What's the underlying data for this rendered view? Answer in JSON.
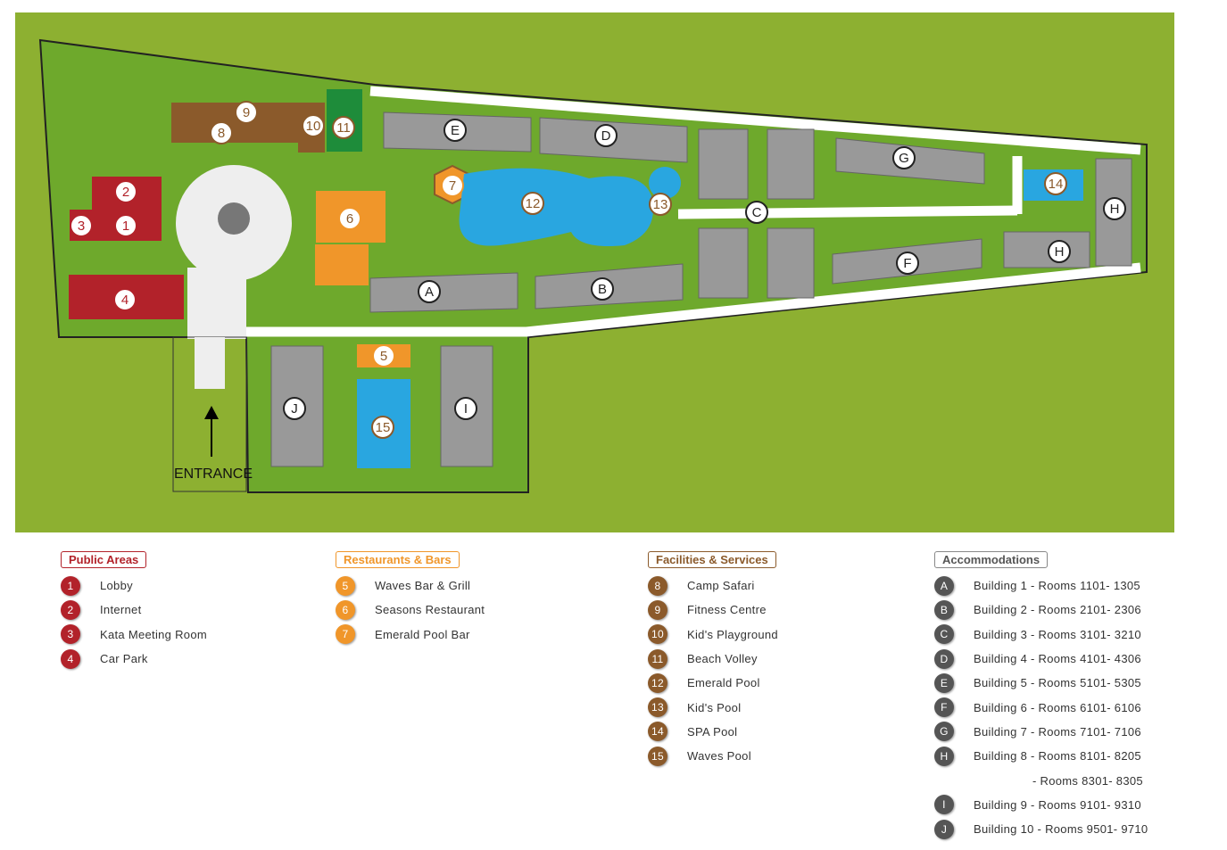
{
  "map": {
    "entrance_label": "ENTRANCE",
    "colors": {
      "outer": "#8db031",
      "inner": "#6ea92c",
      "path": "#ffffff",
      "building": "#9a9a9a",
      "public": "#b2222a",
      "restaurant": "#f0962a",
      "facility": "#8b5a2b",
      "pool": "#29a6e0"
    },
    "markers": [
      "1",
      "2",
      "3",
      "4",
      "5",
      "6",
      "7",
      "8",
      "9",
      "10",
      "11",
      "12",
      "13",
      "14",
      "15",
      "A",
      "B",
      "C",
      "D",
      "E",
      "F",
      "G",
      "H",
      "H",
      "I",
      "J"
    ]
  },
  "legend": {
    "public": {
      "title": "Public Areas",
      "color": "#b2222a",
      "items": [
        {
          "n": "1",
          "label": "Lobby"
        },
        {
          "n": "2",
          "label": "Internet"
        },
        {
          "n": "3",
          "label": "Kata Meeting Room"
        },
        {
          "n": "4",
          "label": "Car Park"
        }
      ]
    },
    "restaurants": {
      "title": "Restaurants & Bars",
      "color": "#f0962a",
      "items": [
        {
          "n": "5",
          "label": "Waves Bar & Grill"
        },
        {
          "n": "6",
          "label": "Seasons Restaurant"
        },
        {
          "n": "7",
          "label": "Emerald Pool Bar"
        }
      ]
    },
    "facilities": {
      "title": "Facilities & Services",
      "color": "#8b5a2b",
      "items": [
        {
          "n": "8",
          "label": "Camp Safari"
        },
        {
          "n": "9",
          "label": "Fitness Centre"
        },
        {
          "n": "10",
          "label": "Kid's Playground"
        },
        {
          "n": "11",
          "label": "Beach Volley"
        },
        {
          "n": "12",
          "label": "Emerald Pool"
        },
        {
          "n": "13",
          "label": "Kid's Pool"
        },
        {
          "n": "14",
          "label": "SPA Pool"
        },
        {
          "n": "15",
          "label": "Waves Pool"
        }
      ]
    },
    "accommodations": {
      "title": "Accommodations",
      "color": "#555555",
      "items": [
        {
          "n": "A",
          "label": "Building 1 - Rooms 1101- 1305"
        },
        {
          "n": "B",
          "label": "Building 2 - Rooms 2101- 2306"
        },
        {
          "n": "C",
          "label": "Building 3 - Rooms 3101- 3210"
        },
        {
          "n": "D",
          "label": "Building 4 - Rooms 4101- 4306"
        },
        {
          "n": "E",
          "label": "Building 5 - Rooms 5101- 5305"
        },
        {
          "n": "F",
          "label": "Building 6 - Rooms 6101- 6106"
        },
        {
          "n": "G",
          "label": "Building 7 - Rooms 7101- 7106"
        },
        {
          "n": "H",
          "label": "Building 8 - Rooms 8101- 8205"
        },
        {
          "n": "",
          "label": "- Rooms 8301- 8305"
        },
        {
          "n": "I",
          "label": "Building 9 - Rooms 9101- 9310"
        },
        {
          "n": "J",
          "label": "Building 10 - Rooms 9501- 9710"
        }
      ]
    }
  }
}
